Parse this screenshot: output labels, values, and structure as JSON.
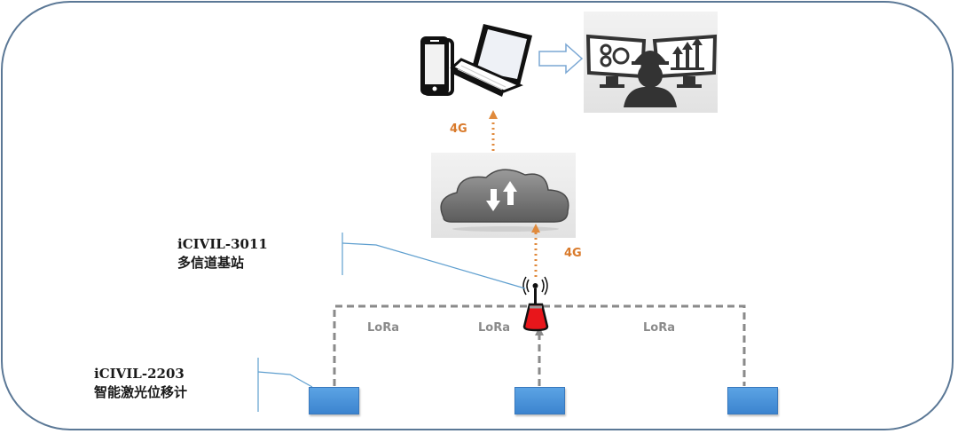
{
  "diagram": {
    "title": "",
    "nodes": {
      "terminals": {
        "label": "",
        "icons": [
          "smartphone-icon",
          "laptop-icon"
        ]
      },
      "monitoring_center": {
        "label": "",
        "icons": [
          "engineer-monitor-icon",
          "gears-icon",
          "growth-arrows-icon"
        ]
      },
      "cloud": {
        "label": "",
        "icon": "cloud-sync-icon"
      },
      "base_station": {
        "model": "iCIVIL-3011",
        "name": "多信道基站",
        "icon": "antenna-tower-icon"
      },
      "sensor": {
        "model": "iCIVIL-2203",
        "name": "智能激光位移计",
        "count": 3
      }
    },
    "links": {
      "cloud_to_terminals": "4G",
      "station_to_cloud": "4G",
      "lora_left": "LoRa",
      "lora_middle": "LoRa",
      "lora_right": "LoRa"
    },
    "colors": {
      "frame": "#5b7896",
      "link_4g": "#e08a3c",
      "link_lora": "#8a8a8a",
      "sensor": "#4a93dc",
      "antenna": "#e8161b",
      "callout": "#5f9fcf"
    }
  }
}
